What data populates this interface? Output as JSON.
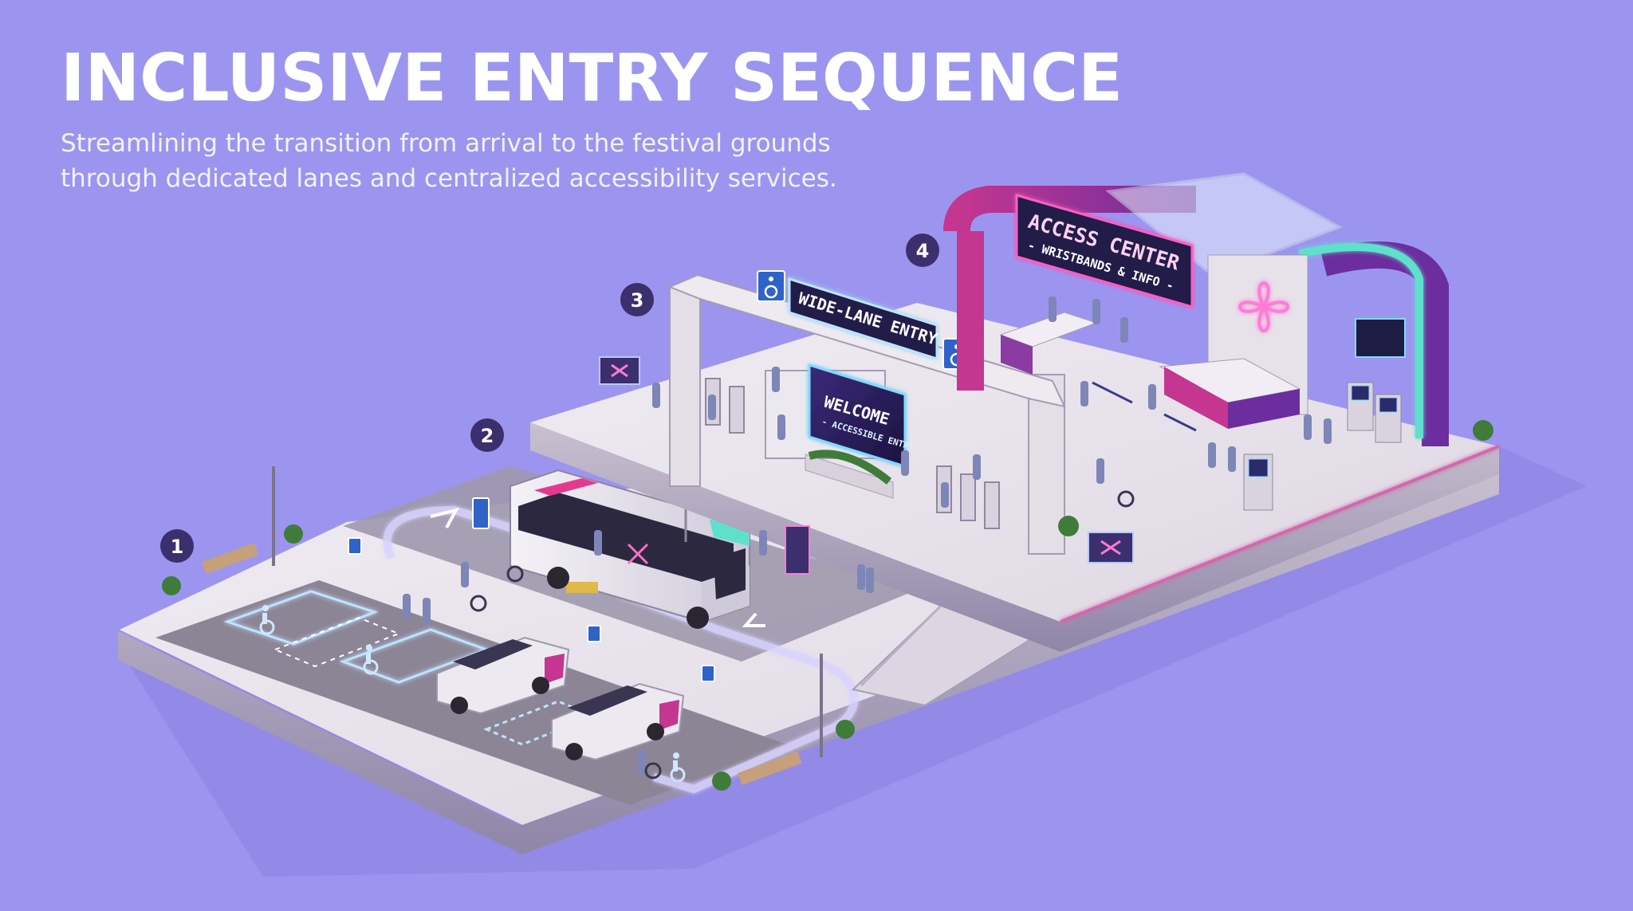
{
  "header": {
    "title": "INCLUSIVE ENTRY SEQUENCE",
    "subtitle_line1": "Streamlining the transition from arrival to the festival grounds",
    "subtitle_line2": "through dedicated lanes and centralized accessibility services."
  },
  "markers": [
    {
      "number": "1"
    },
    {
      "number": "2"
    },
    {
      "number": "3"
    },
    {
      "number": "4"
    }
  ],
  "signs": {
    "access_center_line1": "ACCESS CENTER",
    "access_center_line2": "- WRISTBANDS & INFO -",
    "wide_lane": "WIDE-LANE ENTRY",
    "welcome_line1": "WELCOME",
    "welcome_line2": "- ACCESSIBLE ENTRY"
  },
  "colors": {
    "background": "#9c95ef",
    "marker": "#3b2f6e",
    "platform": "#e9e4ea",
    "path_glow": "#c9c3ff",
    "accessibility_blue": "#2f63c8",
    "accent_magenta": "#c4368f",
    "accent_teal": "#5fe0cc"
  },
  "icons": [
    "wheelchair-icon",
    "festival-logo-icon",
    "arrow-icon"
  ]
}
